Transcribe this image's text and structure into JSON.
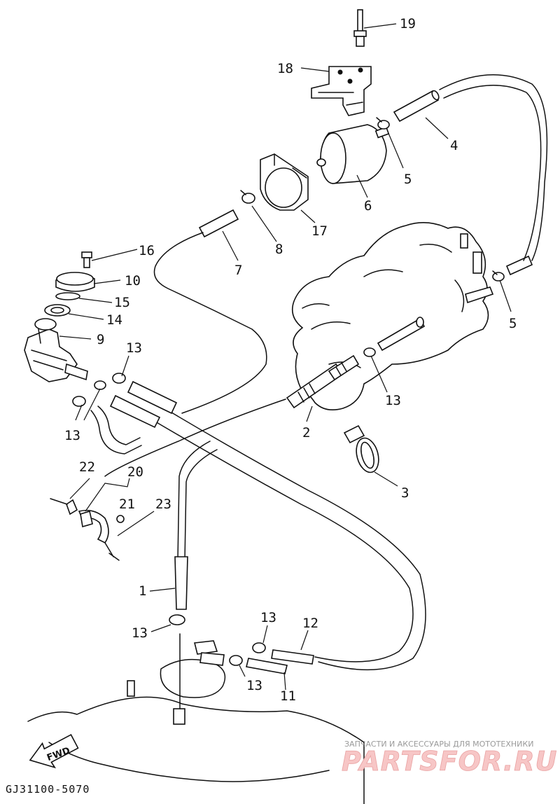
{
  "diagram": {
    "callouts": [
      "1",
      "2",
      "3",
      "4",
      "5",
      "6",
      "7",
      "8",
      "9",
      "10",
      "11",
      "12",
      "13",
      "14",
      "15",
      "16",
      "17",
      "18",
      "19",
      "20",
      "21",
      "22",
      "23"
    ],
    "forward_marker": "FWD",
    "drawing_code": "GJ31100-5070"
  },
  "watermark": {
    "caption": "ЗАПЧАСТИ И АКСЕССУАРЫ ДЛЯ МОТОТЕХНИКИ",
    "brand": "PARTSFOR.RU"
  }
}
